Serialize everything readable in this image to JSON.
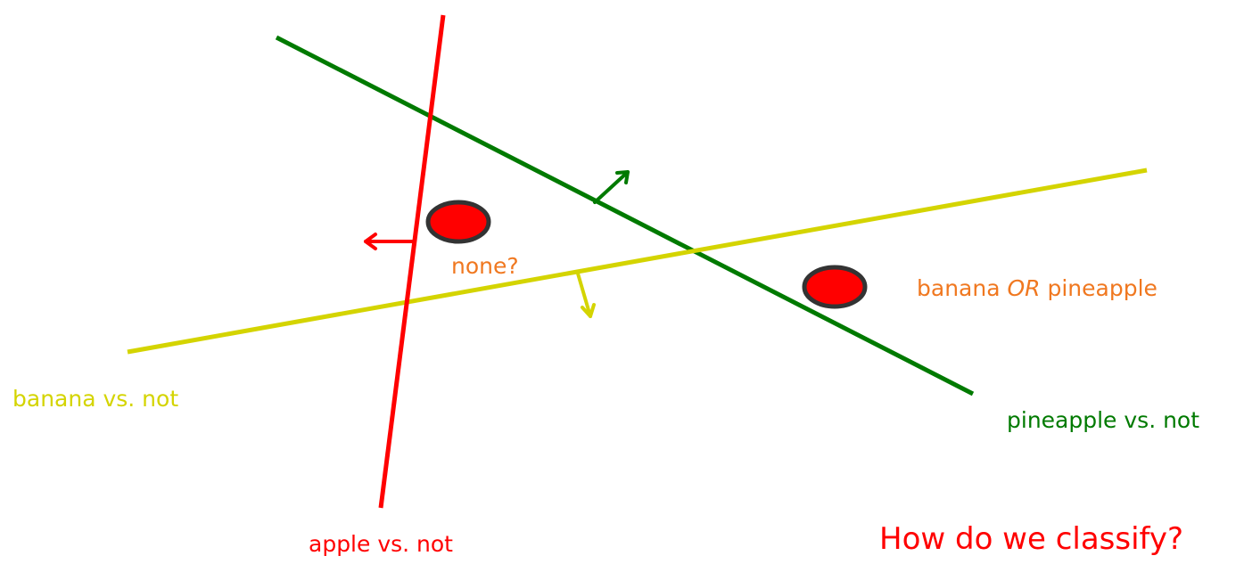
{
  "labels": {
    "banana_vs_not": "banana vs. not",
    "pineapple_vs_not": "pineapple vs. not",
    "apple_vs_not": "apple vs. not",
    "none": "none?",
    "banana_or_pineapple": {
      "before": "banana ",
      "or": "OR",
      "after": " pineapple"
    },
    "question": "How do we classify?"
  },
  "colors": {
    "apple_line": "#ff0000",
    "banana_line": "#d4d400",
    "pineapple_line": "#007a00",
    "point_fill": "#ff0000",
    "point_stroke": "#333333",
    "annotation_text": "#f07820",
    "question_text": "#ff0000"
  }
}
